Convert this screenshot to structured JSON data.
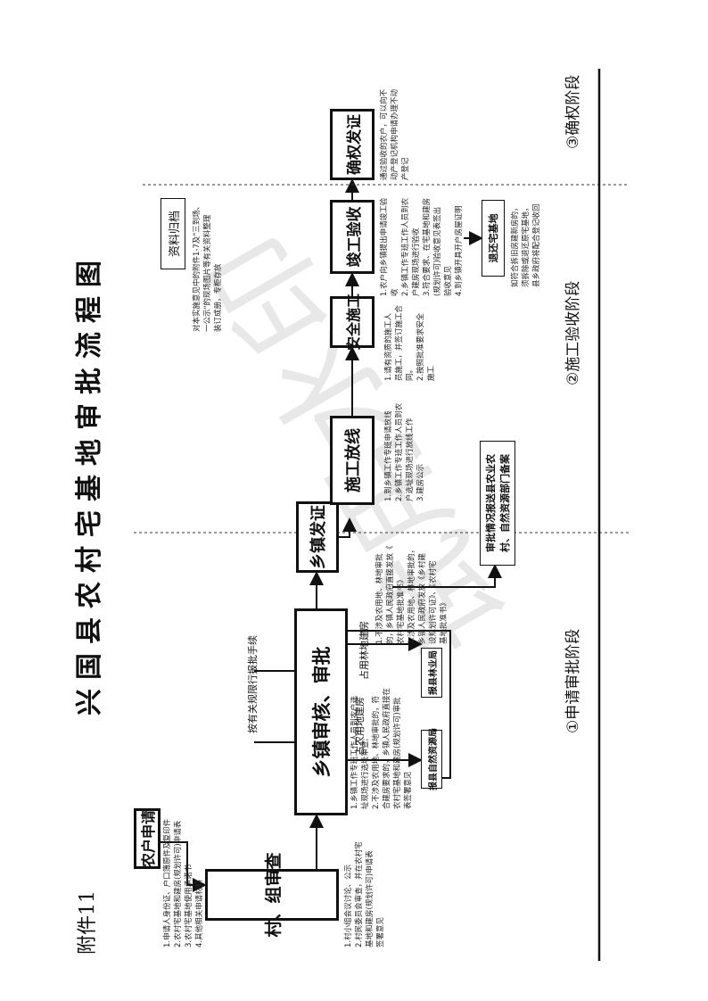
{
  "page": {
    "attachment": "附件11",
    "title": "兴国县农村宅基地审批流程图",
    "watermark": "试用水印"
  },
  "nodes": {
    "household_apply": "农户申请",
    "village_review": "村、组审查",
    "town_review": "乡镇审核、审批",
    "town_issue": "乡镇发证",
    "setout": "施工放线",
    "safe_construct": "安全施工",
    "acceptance": "竣工验收",
    "confirm_rights": "确权发证",
    "archive": "资料归档",
    "return_land": "退还宅基地",
    "natural_resources": "报县自然资源局",
    "forestry": "报县林业局",
    "filing": [
      "审批情况报送县农业农",
      "村、自然资源部门备案"
    ]
  },
  "edge_labels": {
    "special_procedure": "按有关规限行报批手续",
    "occupy_farmland": "占农用地建房",
    "occupy_forest": "占用林地建房"
  },
  "notes": {
    "apply": [
      "1.申请人身份证、户口簿原件及复印件",
      "2.农村宅基地和建房(规划许可)申请表",
      "3.农村宅基地使用承诺书",
      "4.其他相关申请材料"
    ],
    "village": [
      "1.村小组会议讨论、公示",
      "2.村民委员会审查，并在农村宅",
      "基地和建房(规划许可)申请表",
      "签署意见"
    ],
    "town": [
      "1.乡镇工作专班工作人员到农户选",
      "址现场进行选址审查;",
      "2.不涉及农用地、林地审批的，符",
      "合建房要求的，乡镇人民政府直接在",
      "农村宅基地和建房(规划许可)审批",
      "表签署意见"
    ],
    "issue": [
      "1.不涉及农用地、林地审批",
      "的，乡镇人民政府直接发放《",
      "农村宅基地批准书》",
      "2.涉及农用地、林地审批的，",
      "乡镇人民政府发放《乡村建",
      "设规划许可证》、《农村宅",
      "基地批准书》"
    ],
    "setout": [
      "1.到乡镇工作专班申请放线",
      "2.乡镇工作专班工作人员到农",
      "户选址现场进行放线工作",
      "3.建房公示"
    ],
    "construct": [
      "1.请有资质的施工人",
      "员施工，并签订施工合",
      "同。",
      "2.按照批准要求安全",
      "施工"
    ],
    "acceptance": [
      "1.农户向乡镇提出申请竣工验",
      "收",
      "2.乡镇工作专班工作人员到农",
      "户建房现场进行验收",
      "3.符合要求、在宅基地和建房",
      "(规划许可)验收意见表签出",
      "验收意见",
      "4.到乡镇开具开户房屋证明"
    ],
    "archive": [
      "对本实施意见中的附件1-7及\"三到场、",
      "一公示\"的现场图片等有关资料整理",
      "装订成册，专柜存放"
    ],
    "confirm": [
      "通过验收的农户，可以向不",
      "动产登记机构申请办理不动",
      "产登记"
    ],
    "return": [
      "如符合拆旧房建新房的，",
      "须拆除或退还原宅基地，",
      "县乡政府将配合登记收回"
    ]
  },
  "stages": {
    "s1": "①申请审批阶段",
    "s2": "②施工验收阶段",
    "s3": "③确权阶段"
  }
}
